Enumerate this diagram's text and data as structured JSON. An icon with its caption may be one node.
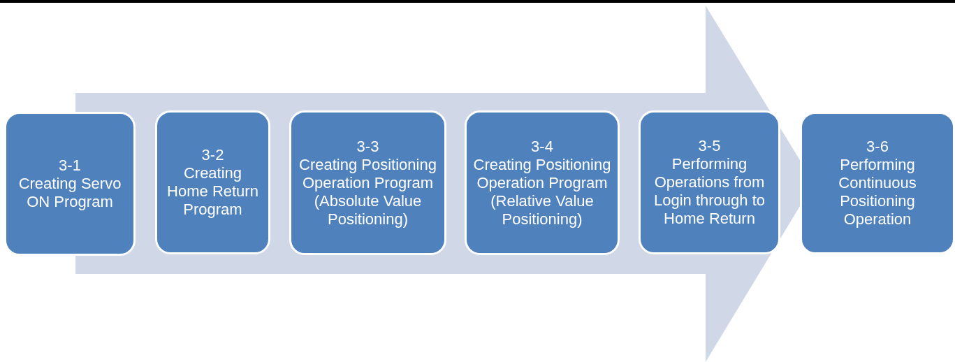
{
  "diagram": {
    "nodes": [
      {
        "text": [
          "3-1",
          "Creating Servo ON Program"
        ]
      },
      {
        "text": [
          "3-2",
          "Creating Home Return Program"
        ]
      },
      {
        "text": [
          "3-3",
          "Creating Positioning Operation Program (Absolute Value Positioning)"
        ]
      },
      {
        "text": [
          "3-4",
          "Creating Positioning Operation Program (Relative Value Positioning)"
        ]
      },
      {
        "text": [
          "3-5",
          "Performing Operations from Login through to Home Return"
        ]
      },
      {
        "text": [
          "3-6",
          "Performing Continuous Positioning Operation"
        ]
      }
    ]
  }
}
